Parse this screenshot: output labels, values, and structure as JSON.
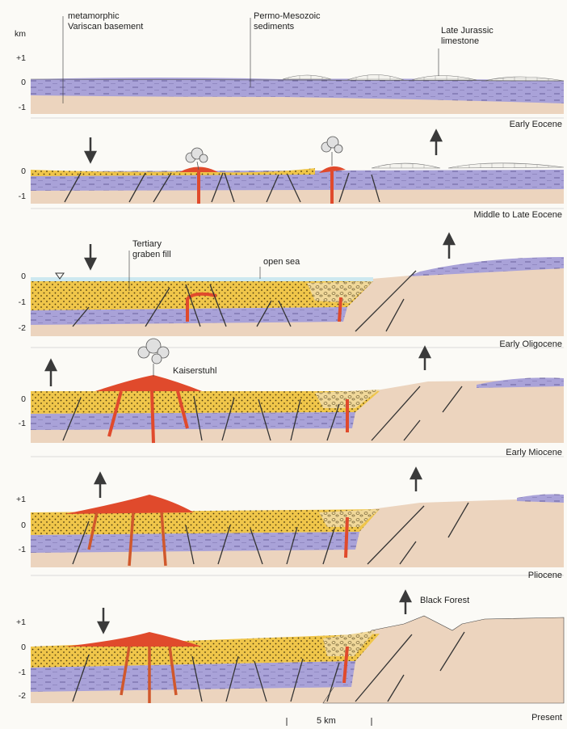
{
  "unit_label": "km",
  "annotations": {
    "basement": "metamorphic\nVariscan basement",
    "sediments": "Permo-Mesozoic\nsediments",
    "limestone": "Late Jurassic\nlimestone",
    "graben_fill": "Tertiary\ngraben fill",
    "open_sea": "open sea",
    "kaiserstuhl": "Kaiserstuhl",
    "black_forest": "Black Forest",
    "scale": "5 km"
  },
  "panels": [
    {
      "title": "Early Eocene",
      "ticks": [
        "+1",
        "0",
        "-1"
      ]
    },
    {
      "title": "Middle to Late Eocene",
      "ticks": [
        "0",
        "-1"
      ]
    },
    {
      "title": "Early Oligocene",
      "ticks": [
        "0",
        "-1",
        "-2"
      ]
    },
    {
      "title": "Early Miocene",
      "ticks": [
        "0",
        "-1"
      ]
    },
    {
      "title": "Pliocene",
      "ticks": [
        "+1",
        "0",
        "-1"
      ]
    },
    {
      "title": "Present",
      "ticks": [
        "+1",
        "0",
        "-1",
        "-2"
      ]
    }
  ],
  "colors": {
    "basement": "#ecd4be",
    "sediment": "#a9a2d8",
    "graben_fill": "#f0c64a",
    "volcanic": "#e04a2c",
    "limestone": "#f4f3ee",
    "sea": "#cde8f0"
  },
  "icons": {
    "subsidence": "arrow-down-icon",
    "uplift": "arrow-up-icon",
    "eruption": "volcanic-plume-icon"
  }
}
